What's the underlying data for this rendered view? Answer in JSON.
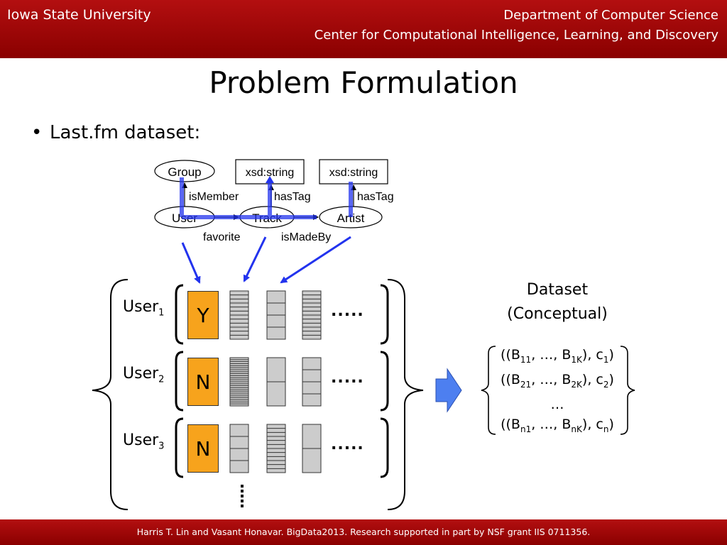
{
  "header": {
    "left": "Iowa State University",
    "right_line1": "Department of Computer Science",
    "right_line2": "Center for Computational Intelligence, Learning, and Discovery"
  },
  "title": "Problem Formulation",
  "bullet": "Last.fm dataset:",
  "schema": {
    "nodes": {
      "group": "Group",
      "user": "User",
      "track": "Track",
      "artist": "Artist",
      "xsd1": "xsd:string",
      "xsd2": "xsd:string"
    },
    "edges": {
      "is_member": "isMember",
      "has_tag1": "hasTag",
      "has_tag2": "hasTag",
      "favorite": "favorite",
      "is_made_by": "isMadeBy"
    },
    "colors": {
      "highlight": "#2233ee",
      "box_fill": "#cccccc",
      "class_fill": "#f7a31c",
      "header_red": "#9b0a0a"
    }
  },
  "rows": [
    {
      "user": "User",
      "sub": "1",
      "label": "Y",
      "more": "....."
    },
    {
      "user": "User",
      "sub": "2",
      "label": "N",
      "more": "....."
    },
    {
      "user": "User",
      "sub": "3",
      "label": "N",
      "more": "....."
    }
  ],
  "dataset": {
    "title_line1": "Dataset",
    "title_line2": "(Conceptual)",
    "row1": {
      "open": "((B",
      "s1": "11",
      "mid": ", …, B",
      "s2": "1K",
      "c": "), c",
      "s3": "1",
      "close": ")"
    },
    "row2": {
      "open": "((B",
      "s1": "21",
      "mid": ", …, B",
      "s2": "2K",
      "c": "), c",
      "s3": "2",
      "close": ")"
    },
    "ellipsis": "…",
    "row3": {
      "open": "((B",
      "s1": "n1",
      "mid": ", …, B",
      "s2": "nK",
      "c": "), c",
      "s3": "n",
      "close": ")"
    }
  },
  "footer": "Harris T. Lin and Vasant Honavar. BigData2013. Research supported in part by NSF grant  IIS  0711356."
}
